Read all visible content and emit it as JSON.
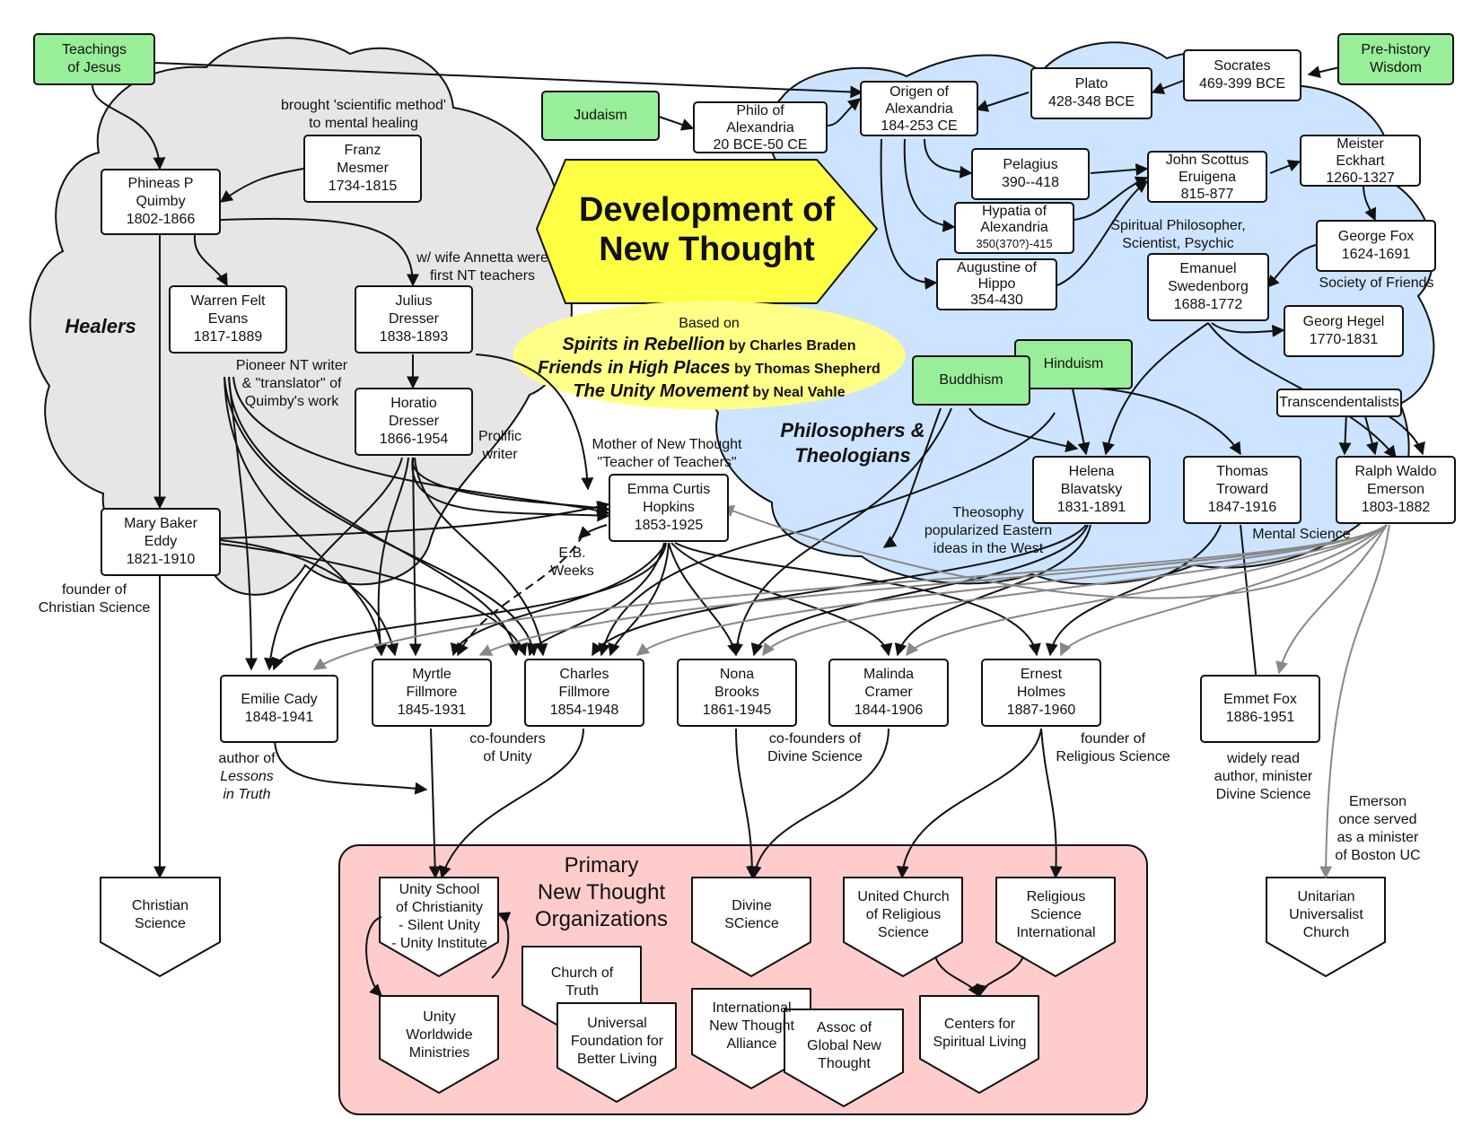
{
  "title": [
    "Development of",
    "New Thought"
  ],
  "sources": {
    "intro": "Based on",
    "books": [
      {
        "title": "Spirits in Rebellion",
        "by": "by Charles Braden"
      },
      {
        "title": "Friends in High Places",
        "by": "by Thomas Shepherd"
      },
      {
        "title": "The Unity Movement",
        "by": "by Neal Vahle"
      }
    ]
  },
  "clusters": {
    "healers": "Healers",
    "philosophers": [
      "Philosophers &",
      "Theologians"
    ]
  },
  "nodes": {
    "teachings_of_jesus": [
      "Teachings",
      "of Jesus"
    ],
    "prehistory_wisdom": [
      "Pre-history",
      "Wisdom"
    ],
    "judaism": [
      "Judaism"
    ],
    "buddhism": [
      "Buddhism"
    ],
    "hinduism": [
      "Hinduism"
    ],
    "socrates": [
      "Socrates",
      "469-399 BCE"
    ],
    "plato": [
      "Plato",
      "428-348 BCE"
    ],
    "origen": [
      "Origen of",
      "Alexandria",
      "184-253 CE"
    ],
    "philo": [
      "Philo of",
      "Alexandria",
      "20 BCE-50 CE"
    ],
    "pelagius": [
      "Pelagius",
      "390--418"
    ],
    "hypatia": [
      "Hypatia of",
      "Alexandria",
      "350(370?)-415"
    ],
    "augustine": [
      "Augustine of",
      "Hippo",
      "354-430"
    ],
    "eriugena": [
      "John Scottus",
      "Eruigena",
      "815-877"
    ],
    "eckhart": [
      "Meister",
      "Eckhart",
      "1260-1327"
    ],
    "fox_george": [
      "George Fox",
      "1624-1691"
    ],
    "swedenborg": [
      "Emanuel",
      "Swedenborg",
      "1688-1772"
    ],
    "hegel": [
      "Georg Hegel",
      "1770-1831"
    ],
    "transcendentalists": [
      "Transcendentalists"
    ],
    "mesmer": [
      "Franz",
      "Mesmer",
      "1734-1815"
    ],
    "quimby": [
      "Phineas P",
      "Quimby",
      "1802-1866"
    ],
    "evans": [
      "Warren Felt",
      "Evans",
      "1817-1889"
    ],
    "julius": [
      "Julius",
      "Dresser",
      "1838-1893"
    ],
    "horatio": [
      "Horatio",
      "Dresser",
      "1866-1954"
    ],
    "eddy": [
      "Mary Baker",
      "Eddy",
      "1821-1910"
    ],
    "hopkins": [
      "Emma Curtis",
      "Hopkins",
      "1853-1925"
    ],
    "blavatsky": [
      "Helena",
      "Blavatsky",
      "1831-1891"
    ],
    "troward": [
      "Thomas",
      "Troward",
      "1847-1916"
    ],
    "emerson": [
      "Ralph Waldo",
      "Emerson",
      "1803-1882"
    ],
    "cady": [
      "Emilie Cady",
      "1848-1941"
    ],
    "myrtle": [
      "Myrtle",
      "Fillmore",
      "1845-1931"
    ],
    "charles": [
      "Charles",
      "Fillmore",
      "1854-1948"
    ],
    "brooks": [
      "Nona",
      "Brooks",
      "1861-1945"
    ],
    "cramer": [
      "Malinda",
      "Cramer",
      "1844-1906"
    ],
    "holmes": [
      "Ernest",
      "Holmes",
      "1887-1960"
    ],
    "emmet_fox": [
      "Emmet Fox",
      "1886-1951"
    ]
  },
  "orgs": {
    "panel_title": [
      "Primary",
      "New Thought",
      "Organizations"
    ],
    "christian_science": [
      "Christian",
      "Science"
    ],
    "unity_school": [
      "Unity School",
      "of Christianity",
      "- Silent Unity",
      "- Unity Institute"
    ],
    "unity_worldwide": [
      "Unity",
      "Worldwide",
      "Ministries"
    ],
    "church_of_truth": [
      "Church of",
      "Truth"
    ],
    "universal_foundation": [
      "Universal",
      "Foundation for",
      "Better Living"
    ],
    "divine_science": [
      "Divine",
      "SCience"
    ],
    "intl_nt_alliance": [
      "International",
      "New Thought",
      "Alliance"
    ],
    "assoc_global": [
      "Assoc of",
      "Global New",
      "Thought"
    ],
    "united_church": [
      "United Church",
      "of Religious",
      "Science"
    ],
    "rsi": [
      "Religious",
      "Science",
      "International"
    ],
    "centers": [
      "Centers for",
      "Spiritual Living"
    ],
    "uu_church": [
      "Unitarian",
      "Universalist",
      "Church"
    ]
  },
  "annotations": {
    "scientific_method": [
      "brought 'scientific method'",
      "to mental healing"
    ],
    "annetta": [
      "w/ wife Annetta were",
      "first NT teachers"
    ],
    "pioneer": [
      "Pioneer NT writer",
      "& \"translator\" of",
      "Quimby's work"
    ],
    "prolific": [
      "Prolific",
      "writer"
    ],
    "mother": [
      "Mother of New Thought",
      "\"Teacher of Teachers\""
    ],
    "weeks": [
      "E.B.",
      "Weeks"
    ],
    "cs_founder": [
      "founder of",
      "Christian Science"
    ],
    "spiritual_philosopher": [
      "Spiritual Philosopher,",
      "Scientist, Psychic"
    ],
    "friends": [
      "Society of Friends"
    ],
    "theosophy": [
      "Theosophy",
      "popularized Eastern",
      "ideas in the West"
    ],
    "mental_science": [
      "Mental Science"
    ],
    "lessons": [
      "author of",
      "Lessons",
      "in Truth"
    ],
    "unity_founders": [
      "co-founders",
      "of Unity"
    ],
    "ds_founders": [
      "co-founders of",
      "Divine Science"
    ],
    "rs_founder": [
      "founder of",
      "Religious Science"
    ],
    "fox_note": [
      "widely read",
      "author, minister",
      "Divine Science"
    ],
    "emerson_note": [
      "Emerson",
      "once served",
      "as a minister",
      "of Boston UC"
    ]
  },
  "colors": {
    "healers_cloud": "#e6e6e6",
    "philosophers_cloud": "#cce4ff",
    "title_fill": "#ffff44",
    "sources_fill": "#ffff88",
    "orgs_panel": "#ffcccc",
    "green_node": "#99ee99",
    "gray_arrow": "#888888"
  }
}
